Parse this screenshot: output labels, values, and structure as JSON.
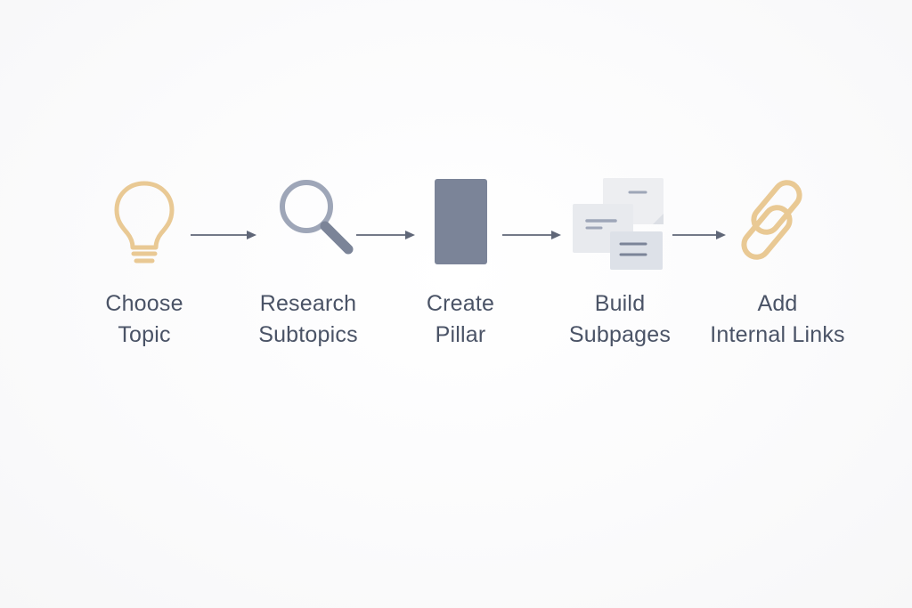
{
  "steps": [
    {
      "id": "choose-topic",
      "icon": "lightbulb-icon",
      "line1": "Choose",
      "line2": "Topic"
    },
    {
      "id": "research-subtopics",
      "icon": "magnifier-icon",
      "line1": "Research",
      "line2": "Subtopics"
    },
    {
      "id": "create-pillar",
      "icon": "page-icon",
      "line1": "Create",
      "line2": "Pillar"
    },
    {
      "id": "build-subpages",
      "icon": "stacked-pages-icon",
      "line1": "Build",
      "line2": "Subpages"
    },
    {
      "id": "add-internal-links",
      "icon": "chain-link-icon",
      "line1": "Add",
      "line2": "Internal Links"
    }
  ],
  "colors": {
    "accent_gold": "#e9c994",
    "slate": "#7b8498",
    "slate_light": "#9ea6b8",
    "text": "#4a5366",
    "arrow": "#5f6677",
    "paper": "#eceff4"
  }
}
